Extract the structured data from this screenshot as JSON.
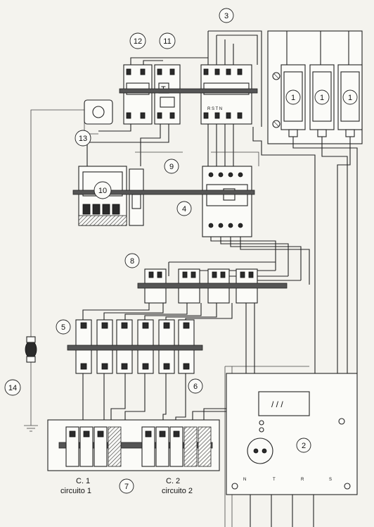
{
  "callouts": [
    "1",
    "2",
    "3",
    "4",
    "5",
    "6",
    "7",
    "8",
    "9",
    "10",
    "11",
    "12",
    "13",
    "14"
  ],
  "breaker_11_mark": "T",
  "breaker_3_mark": "R S T N",
  "meter_display": "/ / /",
  "meter_terminals": [
    "N",
    "T",
    "R",
    "S"
  ],
  "circuit_1_code": "C. 1",
  "circuit_1_name": "circuito 1",
  "circuit_2_code": "C. 2",
  "circuit_2_name": "circuito 2"
}
